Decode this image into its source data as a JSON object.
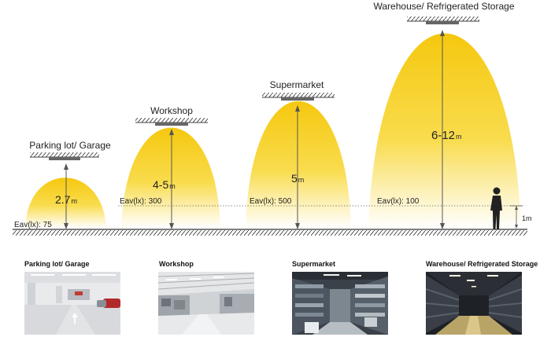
{
  "zones": [
    {
      "id": "parking",
      "title": "Parking lot/ Garage",
      "height_value": "2.7",
      "height_unit": "m",
      "eav": "Eav(lx): 75"
    },
    {
      "id": "workshop",
      "title": "Workshop",
      "height_value": "4-5",
      "height_unit": "m",
      "eav": "Eav(lx): 300"
    },
    {
      "id": "supermarket",
      "title": "Supermarket",
      "height_value": "5",
      "height_unit": "m",
      "eav": "Eav(lx): 500"
    },
    {
      "id": "warehouse",
      "title": "Warehouse/ Refrigerated Storage",
      "height_value": "6-12",
      "height_unit": "m",
      "eav": "Eav(lx): 100"
    }
  ],
  "reference_height": "1m",
  "photos": [
    {
      "title": "Parking lot/ Garage"
    },
    {
      "title": "Workshop"
    },
    {
      "title": "Supermarket"
    },
    {
      "title": "Warehouse/ Refrigerated Storage"
    }
  ],
  "colors": {
    "beam_core": "#f7cf1c",
    "beam_fade": "#ffffff",
    "hatch": "#444444",
    "text": "#222222"
  }
}
